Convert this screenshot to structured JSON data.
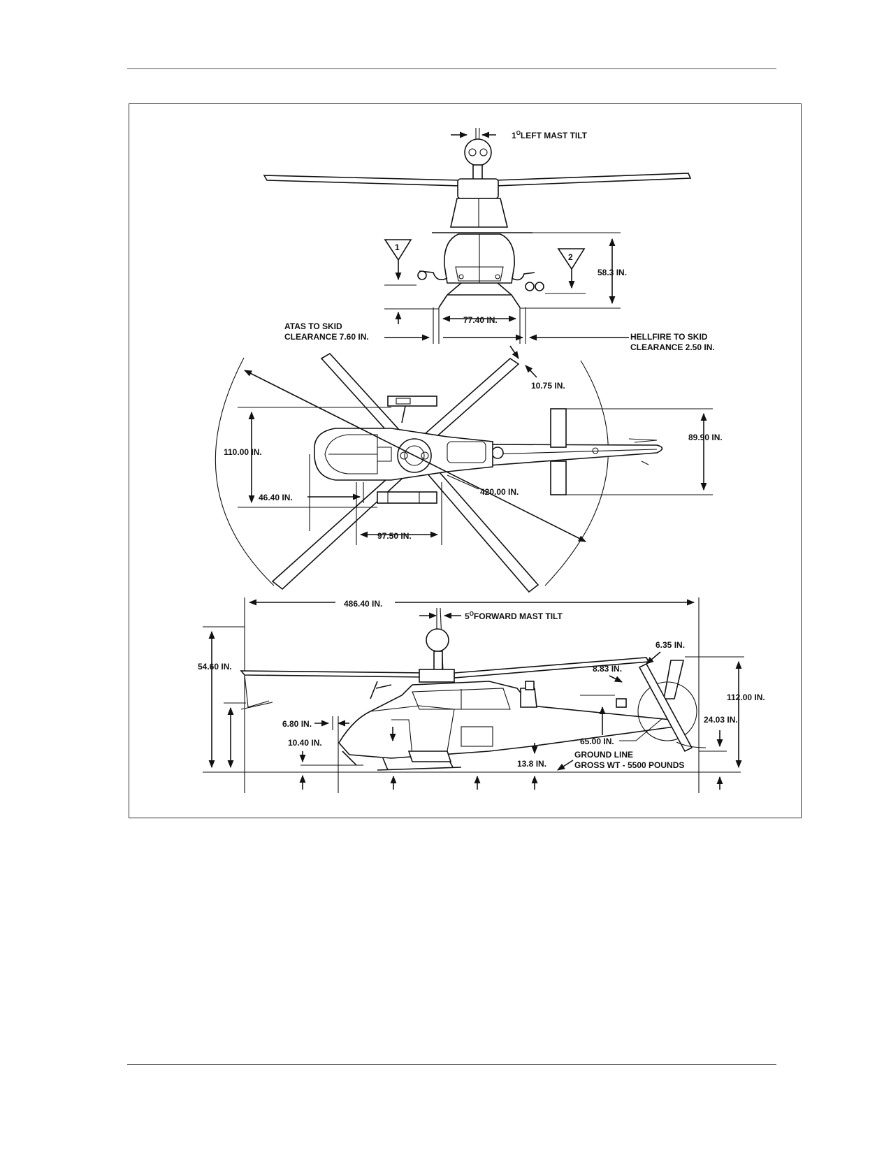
{
  "front_view": {
    "mast_tilt": {
      "number": "1",
      "degree": "O",
      "text": "LEFT MAST TILT"
    },
    "callout_1": "1",
    "callout_2": "2",
    "height": "58.3 IN.",
    "skid_width": "77.40 IN.",
    "atas_clearance_line1": "ATAS TO SKID",
    "atas_clearance_line2": "CLEARANCE 7.60 IN.",
    "hellfire_clearance_line1": "HELLFIRE TO SKID",
    "hellfire_clearance_line2": "CLEARANCE 2.50 IN."
  },
  "top_view": {
    "blade_chord": "10.75 IN.",
    "stabilizer_span": "89.90 IN.",
    "width": "110.00 IN.",
    "offset_left": "46.40 IN.",
    "rotor_diameter": "420.00 IN.",
    "store_spacing": "97.50 IN."
  },
  "side_view": {
    "overall_length": "486.40 IN.",
    "mast_tilt": {
      "number": "5",
      "degree": "O",
      "text": "FORWARD MAST TILT"
    },
    "tail_dim_a": "6.35 IN.",
    "tail_dim_b": "8.83 IN.",
    "rotor_height": "54.60 IN.",
    "overall_height": "112.00 IN.",
    "tail_skid_height": "24.03 IN.",
    "nose_dim_a": "6.80 IN.",
    "tail_rotor_diameter": "65.00 IN.",
    "nose_dim_b": "10.40 IN.",
    "ground_clearance": "13.8 IN.",
    "ground_line": "GROUND LINE",
    "gross_weight": "GROSS WT - 5500 POUNDS"
  }
}
